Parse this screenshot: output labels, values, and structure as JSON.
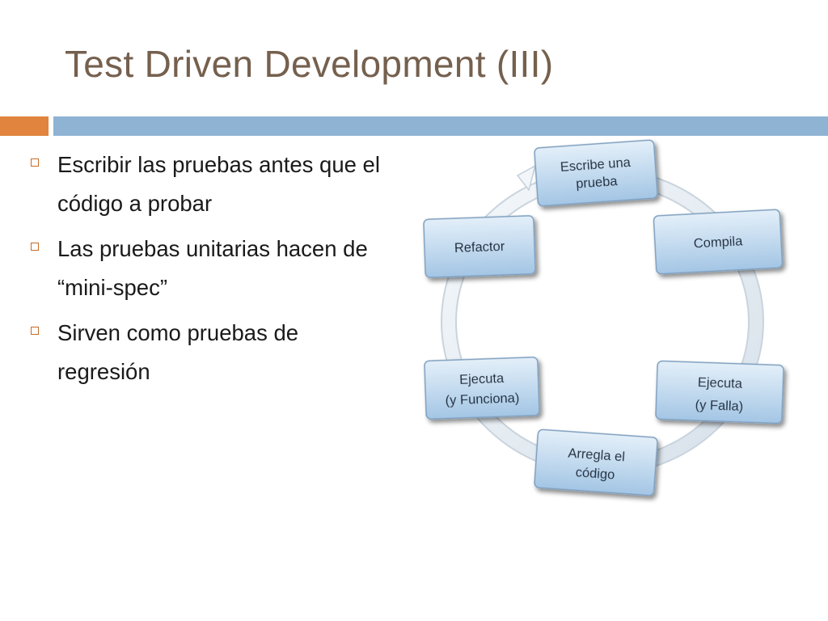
{
  "slide": {
    "title": "Test Driven Development (III)",
    "bullets": [
      "Escribir las pruebas antes que el código a probar",
      "Las pruebas unitarias hacen de “mini-spec”",
      "Sirven como pruebas de regresión"
    ]
  },
  "cycle": {
    "nodes": [
      {
        "lines": [
          "Escribe una",
          "prueba"
        ]
      },
      {
        "lines": [
          "Compila"
        ]
      },
      {
        "lines": [
          "Ejecuta",
          "(y Falla)"
        ]
      },
      {
        "lines": [
          "Arregla el",
          "código"
        ]
      },
      {
        "lines": [
          "Ejecuta",
          "(y Funciona)"
        ]
      },
      {
        "lines": [
          "Refactor"
        ]
      }
    ]
  },
  "colors": {
    "title": "#75604e",
    "accent_orange": "#e0843e",
    "accent_blue": "#8fb3d3",
    "node_fill_top": "#dcebf7",
    "node_fill_bottom": "#a9c9e6",
    "node_border": "#6f8fb0"
  }
}
